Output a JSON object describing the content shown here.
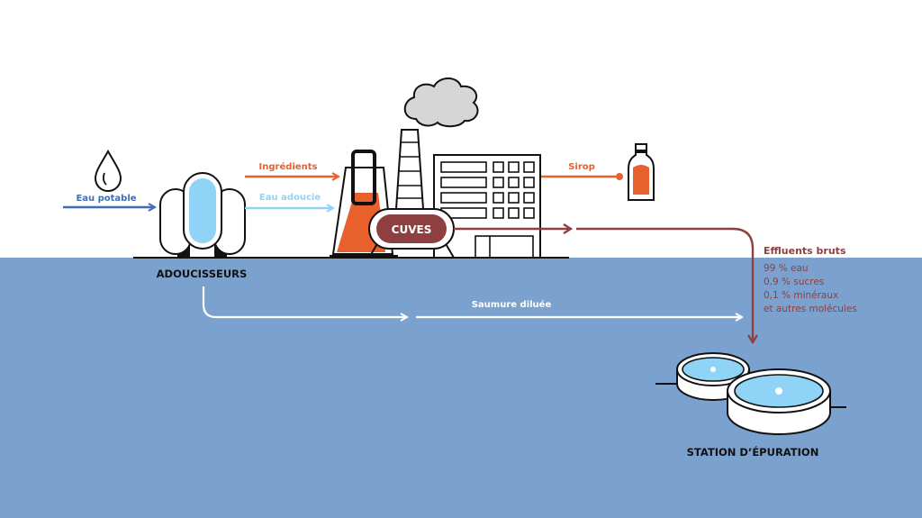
{
  "labels": {
    "eau_potable": "Eau potable",
    "ingredients": "Ingrédients",
    "eau_adoucie": "Eau adoucie",
    "sirop": "Sirop",
    "cuves": "CUVES",
    "adoucisseurs": "ADOUCISSEURS",
    "saumure": "Saumure diluée",
    "effluents_title": "Effluents bruts",
    "effluents_lines": [
      "99 % eau",
      "0,9 % sucres",
      "0,1 % minéraux",
      "et autres molécules"
    ],
    "station": "STATION D’ÉPURATION"
  },
  "colors": {
    "water_blue": "#7ba2cf",
    "flow_blue": "#3d6fb0",
    "light_blue": "#8fd3f7",
    "orange": "#e8602c",
    "brown": "#8e4040",
    "cloud": "#d6d6d6",
    "ink": "#111111"
  }
}
